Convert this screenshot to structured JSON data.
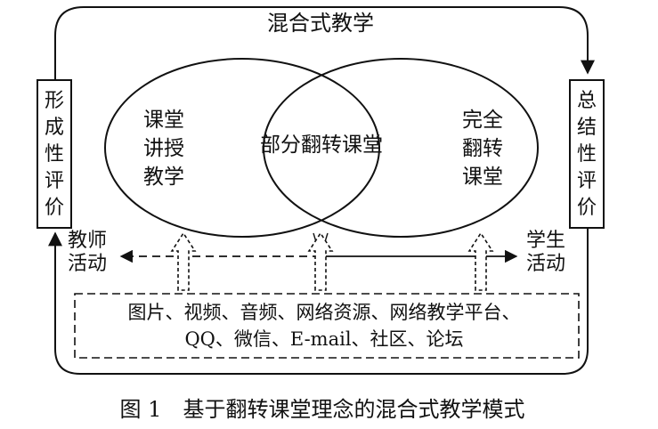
{
  "diagram": {
    "top_label": "混合式教学",
    "left_box": [
      "形",
      "成",
      "性",
      "评",
      "价"
    ],
    "right_box": [
      "总",
      "结",
      "性",
      "评",
      "价"
    ],
    "left_ellipse_lines": [
      "课堂",
      "讲授",
      "教学"
    ],
    "center_label": "部分翻转课堂",
    "right_ellipse_lines": [
      "完全",
      "翻转",
      "课堂"
    ],
    "teacher_lines": [
      "教师",
      "活动"
    ],
    "student_lines": [
      "学生",
      "活动"
    ],
    "resources_line1": "图片、视频、音频、网络资源、网络教学平台、",
    "resources_line2": "QQ、微信、E-mail、社区、论坛",
    "caption": "图 1　基于翻转课堂理念的混合式教学模式"
  }
}
